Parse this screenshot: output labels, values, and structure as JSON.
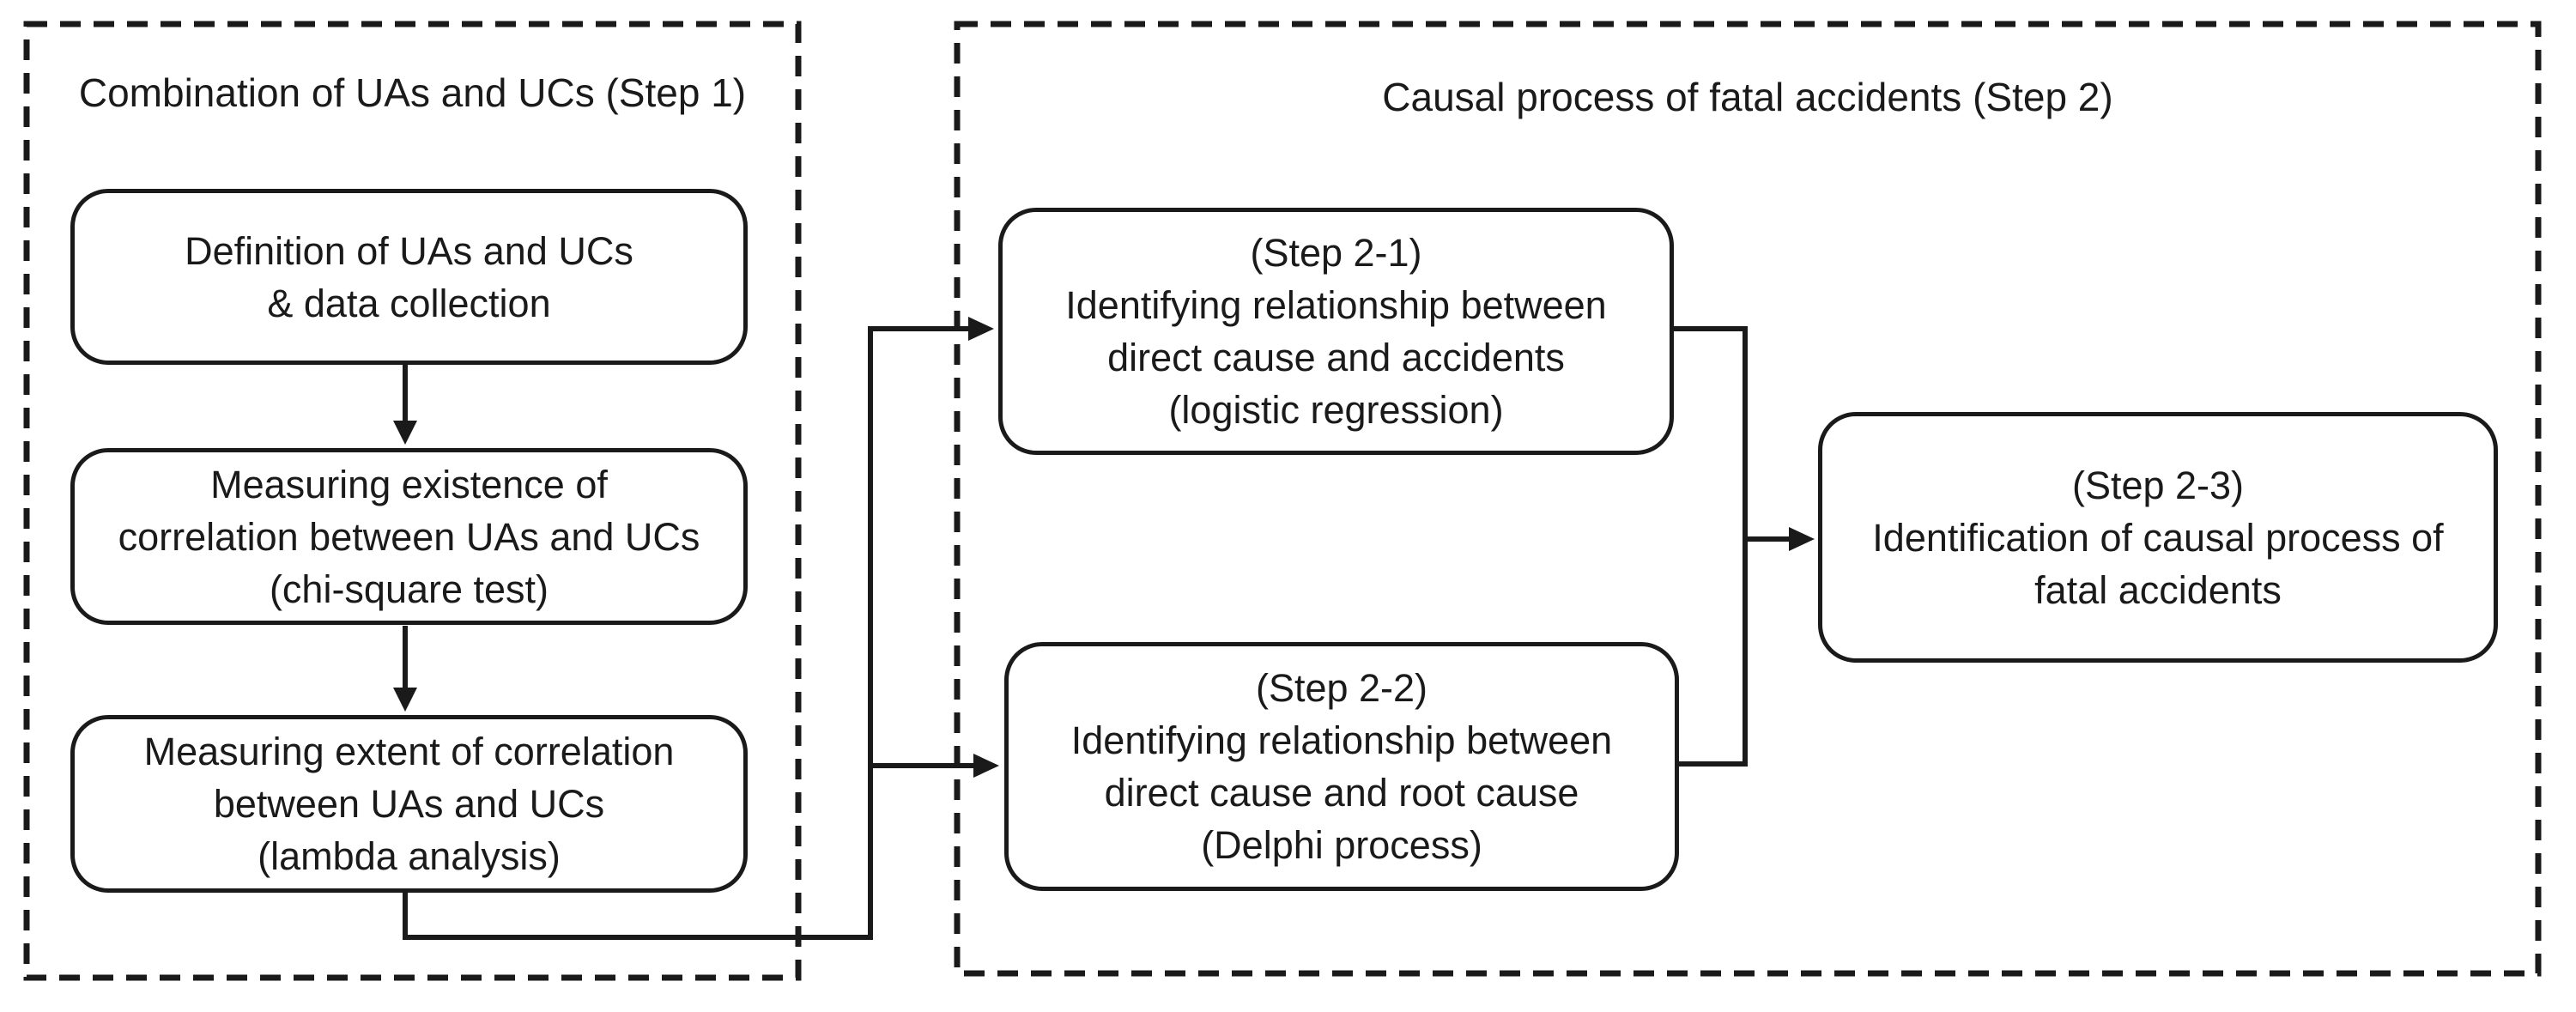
{
  "colors": {
    "ink": "#1a1a1a",
    "background": "#ffffff"
  },
  "panels": {
    "step1": {
      "title": "Combination of UAs and UCs (Step 1)"
    },
    "step2": {
      "title": "Causal process of fatal accidents (Step 2)"
    }
  },
  "nodes": {
    "definition": {
      "lines": [
        "Definition of UAs and UCs",
        "& data collection"
      ]
    },
    "chi_square": {
      "lines": [
        "Measuring existence of",
        "correlation between UAs and UCs",
        "(chi-square test)"
      ]
    },
    "lambda": {
      "lines": [
        "Measuring extent of correlation",
        "between UAs and UCs",
        "(lambda analysis)"
      ]
    },
    "step_2_1": {
      "lines": [
        "(Step 2-1)",
        "Identifying relationship between",
        "direct cause and accidents",
        "(logistic regression)"
      ]
    },
    "step_2_2": {
      "lines": [
        "(Step 2-2)",
        "Identifying relationship between",
        "direct cause and root cause",
        "(Delphi process)"
      ]
    },
    "step_2_3": {
      "lines": [
        "(Step 2-3)",
        "Identification of causal process of",
        "fatal accidents"
      ]
    }
  }
}
